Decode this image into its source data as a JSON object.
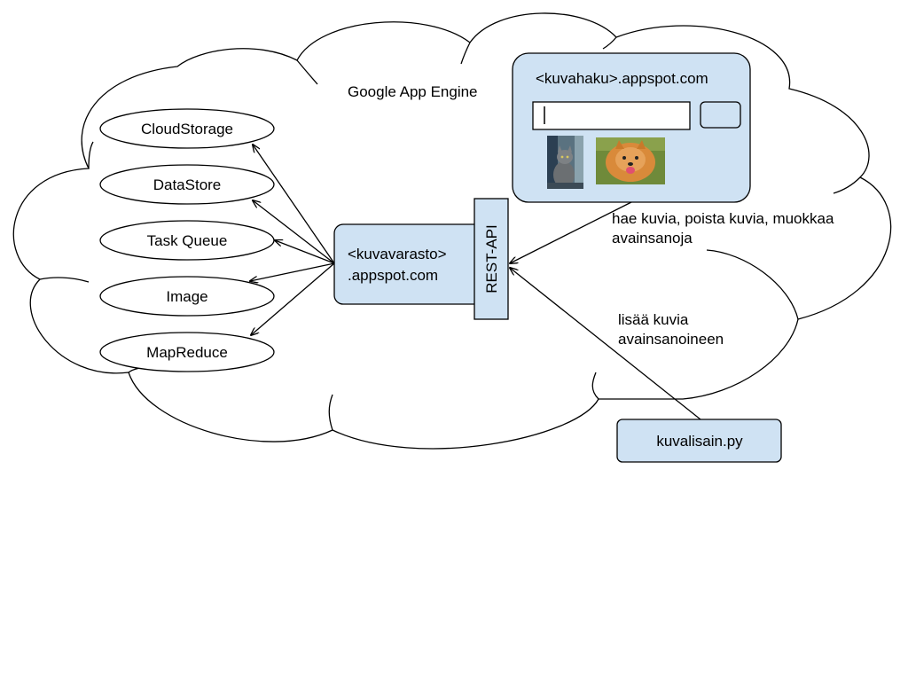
{
  "cloud_label": "Google App Engine",
  "services": [
    {
      "label": "CloudStorage"
    },
    {
      "label": "DataStore"
    },
    {
      "label": "Task Queue"
    },
    {
      "label": "Image"
    },
    {
      "label": "MapReduce"
    }
  ],
  "kuvavarasto": {
    "line1": "<kuvavarasto>",
    "line2": ".appspot.com",
    "api_label": "REST-API"
  },
  "kuvahaku": {
    "title": "<kuvahaku>.appspot.com",
    "search_value": "",
    "thumbnails": [
      {
        "subject": "cat-image"
      },
      {
        "subject": "dog-image"
      }
    ]
  },
  "edge_labels": {
    "search_line1": "hae kuvia, poista kuvia, muokkaa",
    "search_line2": "avainsanoja",
    "upload_line1": "lisää kuvia",
    "upload_line2": "avainsanoineen"
  },
  "client": {
    "label": "kuvalisain.py"
  },
  "colors": {
    "box_fill": "#cfe2f3",
    "stroke": "#000000",
    "background": "#ffffff"
  }
}
